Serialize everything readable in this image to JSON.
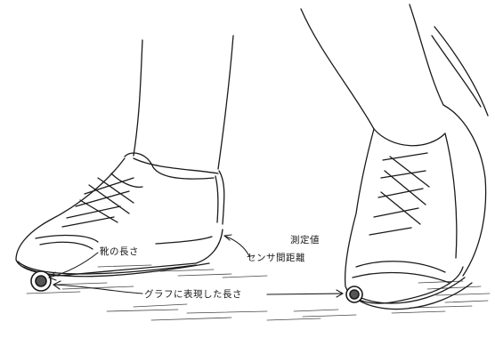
{
  "labels": {
    "shoe_length": "靴の長さ",
    "measured_value": "測定値",
    "sensor_distance": "センサ間距離",
    "graph_length": "グラフに表現した長さ"
  },
  "colors": {
    "ink": "#1a1a1a",
    "background": "#ffffff"
  }
}
